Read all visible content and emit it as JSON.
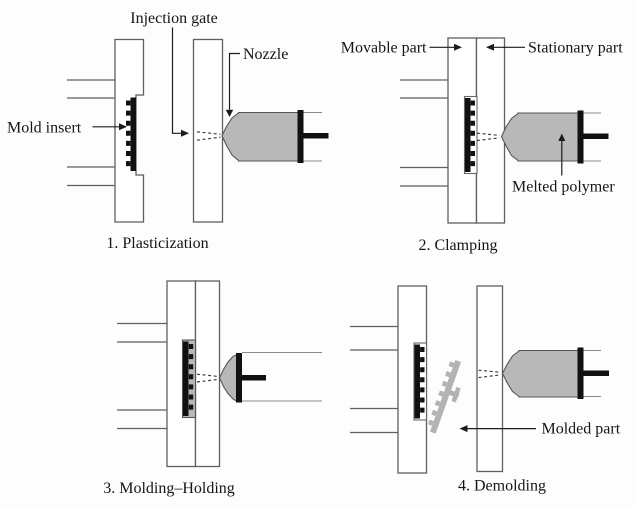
{
  "panels": [
    {
      "caption": "1. Plasticization",
      "labels": {
        "injection_gate": "Injection gate",
        "nozzle": "Nozzle",
        "mold_insert": "Mold insert"
      }
    },
    {
      "caption": "2. Clamping",
      "labels": {
        "movable_part": "Movable part",
        "stationary_part": "Stationary part",
        "melted_polymer": "Melted polymer"
      }
    },
    {
      "caption": "3. Molding–Holding",
      "labels": {}
    },
    {
      "caption": "4. Demolding",
      "labels": {
        "molded_part": "Molded part"
      }
    }
  ],
  "colors": {
    "polymer_gray": "#b8b8b8",
    "molded_part_gray": "#b3b3b3",
    "outline_gray": "#5f5f5f",
    "ink_black": "#111111"
  }
}
